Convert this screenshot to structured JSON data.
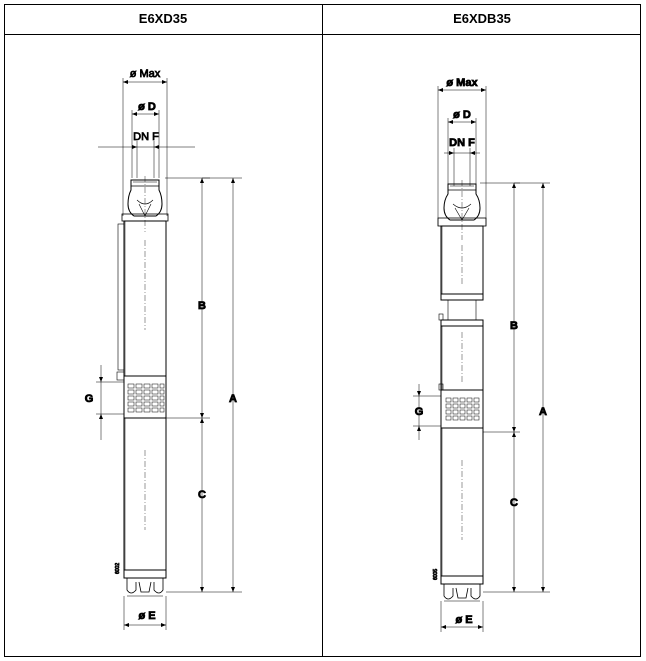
{
  "columns": [
    {
      "title": "E6XD35",
      "dims": {
        "max": "ø Max",
        "d": "ø D",
        "dnf": "DN F",
        "b": "B",
        "a": "A",
        "g": "G",
        "c": "C",
        "e": "ø E"
      },
      "stamp": "6002"
    },
    {
      "title": "E6XDB35",
      "dims": {
        "max": "ø Max",
        "d": "ø D",
        "dnf": "DN F",
        "b": "B",
        "a": "A",
        "g": "G",
        "c": "C",
        "e": "ø E"
      },
      "stamp": "6005"
    }
  ],
  "colors": {
    "line": "#000000",
    "background": "#ffffff"
  }
}
